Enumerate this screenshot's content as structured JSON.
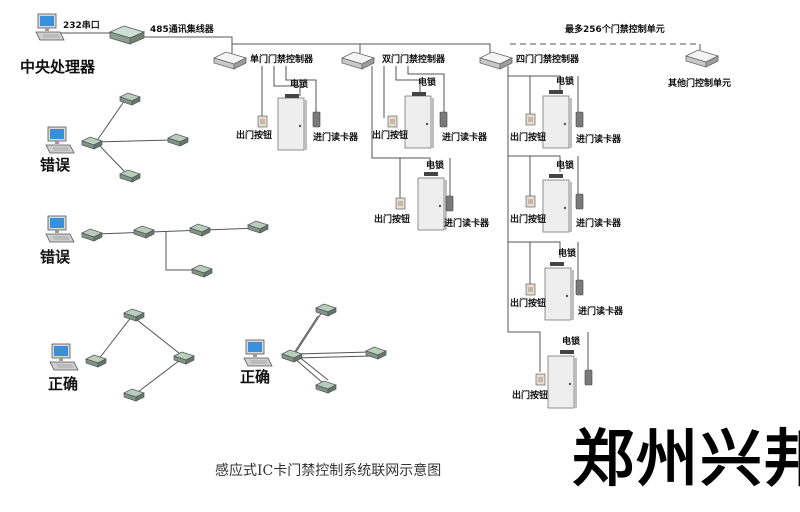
{
  "labels": {
    "port": "232串口",
    "hub": "485通讯集线器",
    "max_units": "最多256个门禁控制单元",
    "cpu": "中央处理器",
    "single_ctrl": "单门门禁控制器",
    "double_ctrl": "双门门禁控制器",
    "quad_ctrl": "四门门禁控制器",
    "other_units": "其他门控制单元",
    "lock": "电锁",
    "exit_button": "出门按钮",
    "reader": "进门读卡器",
    "wrong": "错误",
    "right": "正确"
  },
  "caption": "感应式IC卡门禁控制系统联网示意图",
  "watermark": "郑州兴邦电子"
}
